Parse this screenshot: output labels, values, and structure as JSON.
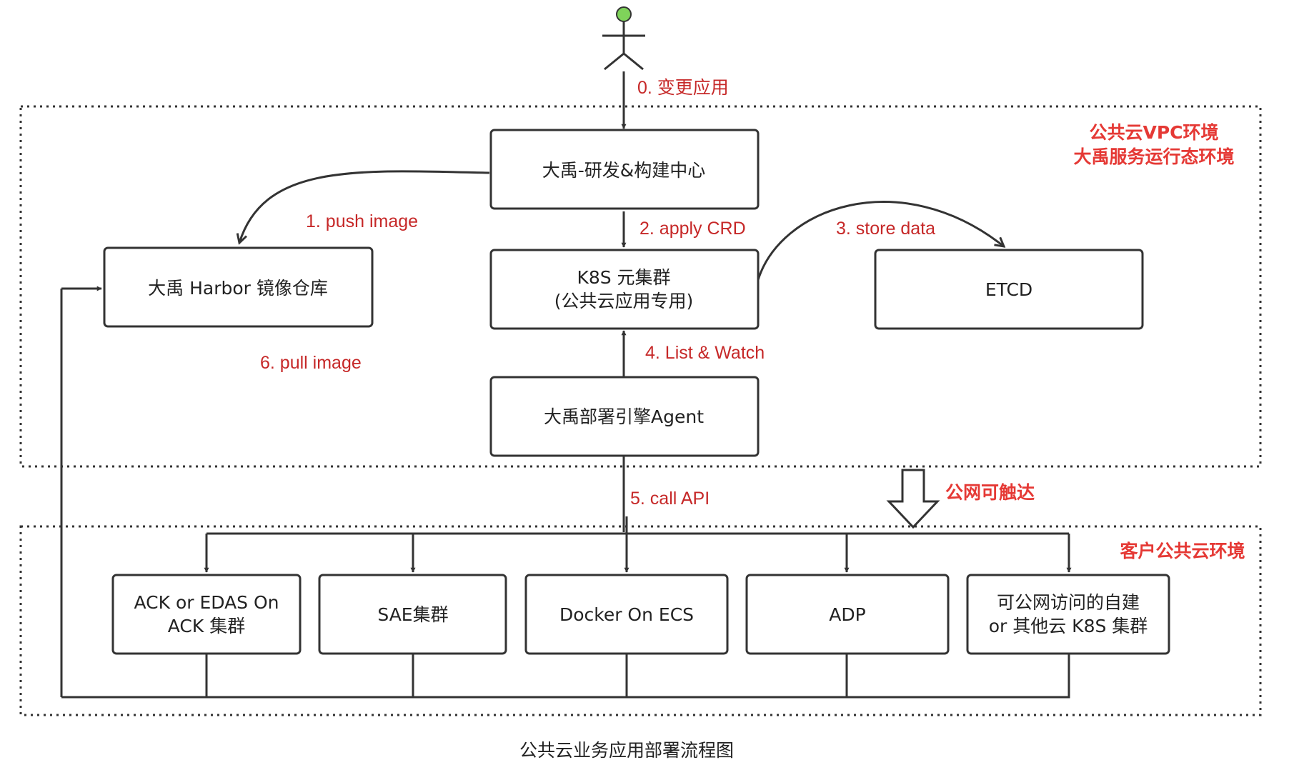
{
  "actor": {
    "icon": "stick-figure-icon",
    "head_color": "#7fd35a"
  },
  "steps": {
    "change_app": "0. 变更应用",
    "push_image": "1. push image",
    "apply_crd": "2. apply CRD",
    "store_data": "3. store data",
    "list_watch": "4. List & Watch",
    "call_api": "5. call API",
    "pull_image": "6. pull image"
  },
  "zones": {
    "vpc_line1": "公共云VPC环境",
    "vpc_line2": "大禹服务运行态环境",
    "customer": "客户公共云环境",
    "public_reachable": "公网可触达"
  },
  "nodes": {
    "dev_center": "大禹-研发&构建中心",
    "harbor": "大禹 Harbor 镜像仓库",
    "k8s_line1": "K8S 元集群",
    "k8s_line2": "(公共云应用专用)",
    "etcd": "ETCD",
    "agent": "大禹部署引擎Agent",
    "ack_line1": "ACK or EDAS On",
    "ack_line2": "ACK 集群",
    "sae": "SAE集群",
    "docker": "Docker On ECS",
    "adp": "ADP",
    "other_line1": "可公网访问的自建",
    "other_line2": "or 其他云 K8S 集群"
  },
  "caption": "公共云业务应用部署流程图",
  "colors": {
    "line": "#333333",
    "step_text": "#c62828",
    "zone_text": "#e53935",
    "box_border": "#333333"
  }
}
